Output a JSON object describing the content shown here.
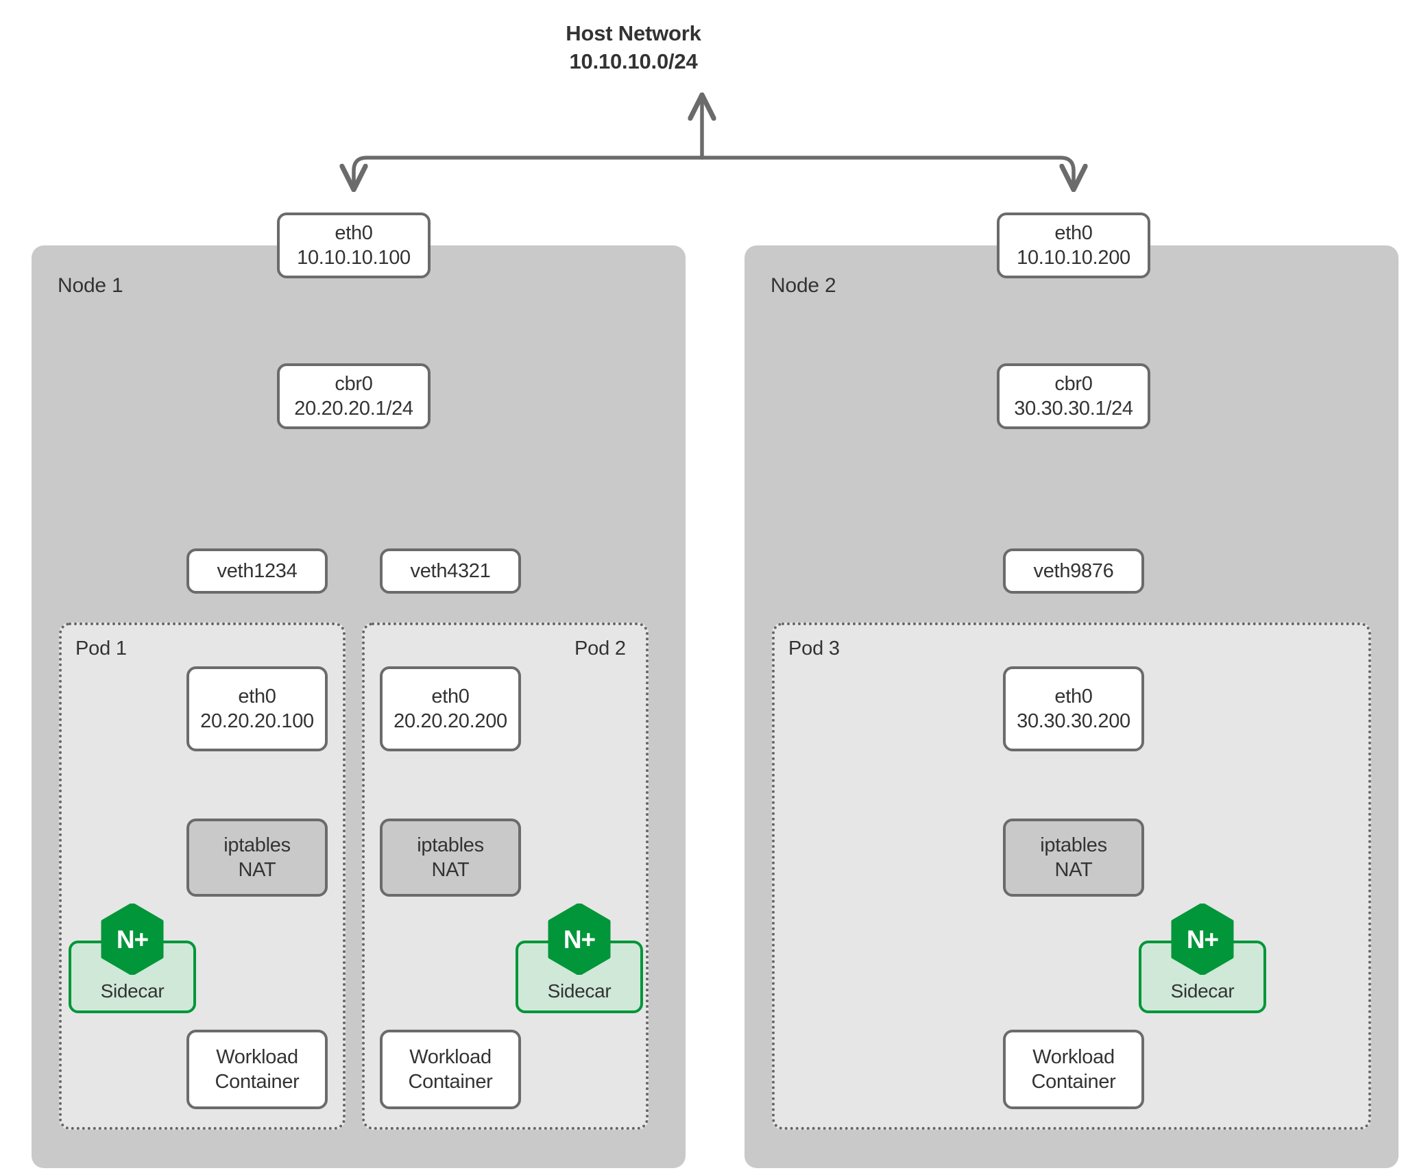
{
  "diagram": {
    "title_line1": "Host Network",
    "title_line2": "10.10.10.0/24",
    "accent_green": "#009639",
    "sidecar_fill": "#cfe8d8",
    "node_fill": "#c9c9c9",
    "pod_fill": "#e6e6e6",
    "stroke": "#6b6b6b"
  },
  "nodes": [
    {
      "label": "Node 1",
      "eth0_name": "eth0",
      "eth0_ip": "10.10.10.100",
      "bridge_name": "cbr0",
      "bridge_ip": "20.20.20.1/24",
      "veths": [
        "veth1234",
        "veth4321"
      ],
      "pods": [
        {
          "label": "Pod 1",
          "eth0_name": "eth0",
          "eth0_ip": "20.20.20.100",
          "nat_line1": "iptables",
          "nat_line2": "NAT",
          "sidecar_label": "Sidecar",
          "sidecar_logo": "N+",
          "workload_line1": "Workload",
          "workload_line2": "Container"
        },
        {
          "label": "Pod 2",
          "eth0_name": "eth0",
          "eth0_ip": "20.20.20.200",
          "nat_line1": "iptables",
          "nat_line2": "NAT",
          "sidecar_label": "Sidecar",
          "sidecar_logo": "N+",
          "workload_line1": "Workload",
          "workload_line2": "Container"
        }
      ]
    },
    {
      "label": "Node 2",
      "eth0_name": "eth0",
      "eth0_ip": "10.10.10.200",
      "bridge_name": "cbr0",
      "bridge_ip": "30.30.30.1/24",
      "veths": [
        "veth9876"
      ],
      "pods": [
        {
          "label": "Pod 3",
          "eth0_name": "eth0",
          "eth0_ip": "30.30.30.200",
          "nat_line1": "iptables",
          "nat_line2": "NAT",
          "sidecar_label": "Sidecar",
          "sidecar_logo": "N+",
          "workload_line1": "Workload",
          "workload_line2": "Container"
        }
      ]
    }
  ]
}
